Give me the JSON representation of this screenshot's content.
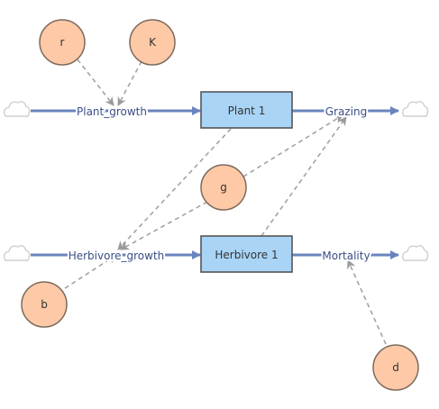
{
  "stocks": {
    "plant": "Plant 1",
    "herbivore": "Herbivore 1"
  },
  "flows": {
    "plant_growth": "Plant_growth",
    "grazing": "Grazing",
    "herbivore_growth": "Herbivore_growth",
    "mortality": "Mortality"
  },
  "variables": {
    "r": "r",
    "K": "K",
    "g": "g",
    "b": "b",
    "d": "d"
  },
  "colors": {
    "flow": "#6a84bd",
    "stock_fill": "#a9d4f6",
    "stock_stroke": "#555555",
    "aux_fill": "#fdc9a6",
    "aux_stroke": "#7d6a5d",
    "link": "#a3a3a3",
    "cloud": "#cfcfcf"
  }
}
